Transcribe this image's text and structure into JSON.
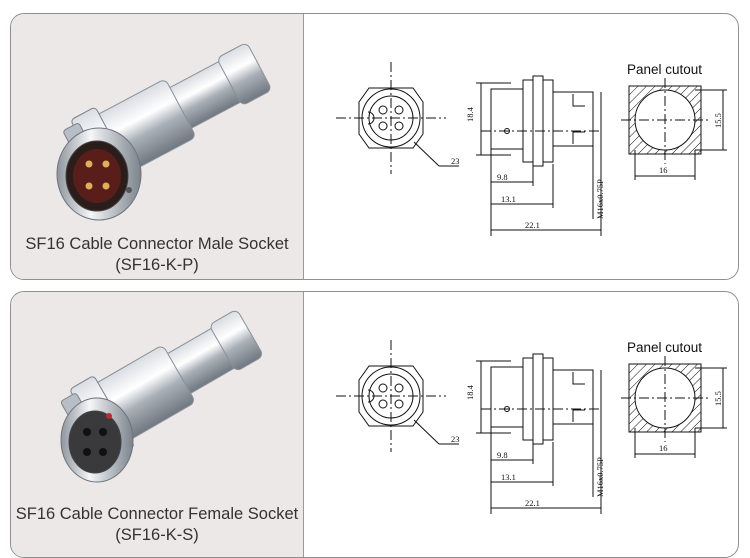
{
  "products": [
    {
      "caption_line1": "SF16 Cable Connector Male Socket",
      "caption_line2": "(SF16-K-P)",
      "panel_title": "Panel cutout",
      "dims": {
        "height": "18.4",
        "label": "23",
        "d1": "9.8",
        "d2": "13.1",
        "d3": "22.1",
        "thread": "M16x0.75P",
        "cut_w": "16",
        "cut_h": "15.5"
      }
    },
    {
      "caption_line1": "SF16 Cable Connector Female Socket",
      "caption_line2": "(SF16-K-S)",
      "panel_title": "Panel cutout",
      "dims": {
        "height": "18.4",
        "label": "23",
        "d1": "9.8",
        "d2": "13.1",
        "d3": "22.1",
        "thread": "M16x0.75P",
        "cut_w": "16",
        "cut_h": "15.5"
      }
    }
  ]
}
